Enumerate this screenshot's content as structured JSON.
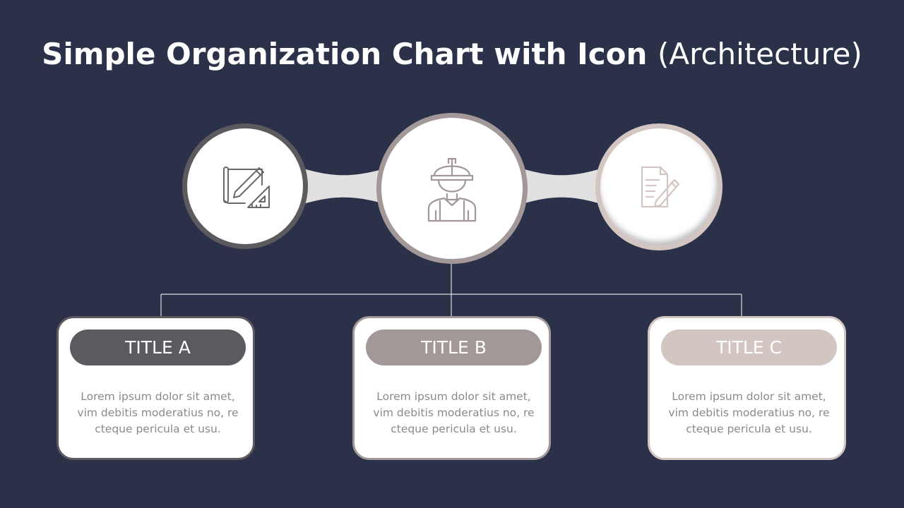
{
  "header": {
    "title_bold": "Simple Organization Chart with Icon",
    "title_light": "(Architecture)"
  },
  "colors": {
    "background": "#2b3149",
    "node_a": "#5c595f",
    "node_b": "#a29898",
    "node_c": "#d3c5c1",
    "connector": "#e0e0e0",
    "tree_line": "#dcdcdc"
  },
  "nodes": [
    {
      "icon": "blueprint-pencil-ruler-icon"
    },
    {
      "icon": "construction-worker-hardhat-icon"
    },
    {
      "icon": "document-pen-icon"
    }
  ],
  "cards": [
    {
      "title": "TITLE A",
      "text": "Lorem ipsum dolor sit amet, vim debitis moderatius no, re cteque pericula et usu."
    },
    {
      "title": "TITLE B",
      "text": "Lorem ipsum dolor sit amet, vim debitis moderatius no, re cteque pericula et usu."
    },
    {
      "title": "TITLE C",
      "text": "Lorem ipsum dolor sit amet, vim debitis moderatius no, re cteque pericula et usu."
    }
  ]
}
